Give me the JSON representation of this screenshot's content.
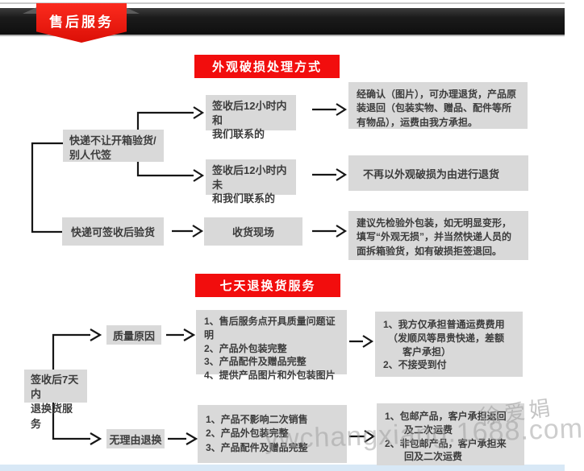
{
  "banner": {
    "ribbon_label": "售后服务"
  },
  "section1": {
    "title": "外观破损处理方式",
    "left_box1": "快递不让开箱验货/\n别人代签",
    "left_box2": "快递可签收后验货",
    "mid_box1": "签收后12小时内和\n我们联系的",
    "mid_box2": "签收后12小时内未\n和我们联系的",
    "mid_box3": "收货现场",
    "right_box1": "经确认（图片），可办理退货，产品原装退回（包装实物、赠品、配件等所有物品），运费由我方承担。",
    "right_box2": "不再以外观破损为由进行退货",
    "right_box3": "建议先检验外包装，如无明显变形，填写“外观无损”，并当然快递人员的面拆箱验货，如有破损拒签退回。"
  },
  "section2": {
    "title": "七天退换货服务",
    "left_box": "签收后7天内\n退换货服务",
    "branch1": "质量原因",
    "branch2": "无理由退换",
    "quality_conditions": "1、售后服务点开具质量问题证明\n2、产品外包装完整\n3、产品配件及赠品完整\n4、提供产品图片和外包装图片",
    "quality_policy": "1、我方仅承担普通运费费用\n　（发顺风等昂贵快递，差额\n　　客户承担）\n2、不接受到付",
    "noreason_conditions": "1、产品不影响二次销售\n2、产品外包装完整\n3、产品配件及赠品完整",
    "noreason_policy": "1、包邮产品，客户承担返回\n　　及二次运费\n2、非包邮产品，客户承担来\n　　回及二次运费"
  },
  "watermark": {
    "seller_name": "徐爱娟",
    "shop_url": "ywchangxiang.1688.com"
  },
  "colors": {
    "accent_red": "#f20d0d",
    "box_gray": "#d9d9d9",
    "bar_black": "#1c1c1c"
  }
}
